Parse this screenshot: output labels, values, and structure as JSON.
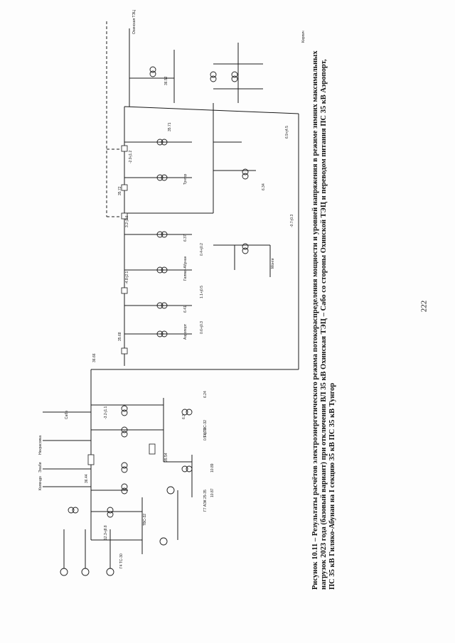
{
  "caption": "Рисунок 10.11 – Результаты расчётов электроэнергетического режима потокораспределения мощности и уровней напряжения в режиме зимних максимальных нагрузок 2023 года (базовый вариант) при отключении ВЛ 35 кВ Охинская ТЭЦ – Сабо со стороны Охинской ТЭЦ и переводом питания ПС 35 кВ Аэропорт, ПС 35 кВ Гиляко-Абунан на I секцию 35 кВ ПС 35 кВ Тунгор",
  "page_number": "222",
  "bus_labels": {
    "ohinsk_tec": "Охинская ТЭЦ",
    "tungor": "Тунгор",
    "aeroport": "Аэропорт",
    "gilyako_abunan": "Гиляко-Абунан",
    "nekrasovka": "Некрасовка",
    "kolendo": "Колендо",
    "eh_abi": "Эхаби",
    "sabo": "Сабо",
    "kirpich": "Кирпич",
    "mongi": "Монги"
  },
  "generator_labels": [
    "Г6 ТВС-32",
    "Г7 АЭК 25-35",
    "Г4 ТС-30",
    "ТВС-32"
  ],
  "voltage_values": [
    "36.44",
    "35.68",
    "35.72",
    "35.71",
    "36.52",
    "35.54",
    "36.66",
    "6.41",
    "6.37",
    "6.34",
    "6.24",
    "6.3",
    "10.89",
    "10.87"
  ],
  "flow_values": [
    "-3.2-j1.1",
    "12.3+j8.8",
    "-4.8-j2.1",
    "3.2-j1.6",
    "0.6+j0.3",
    "1.1+j0.5",
    "0.4+j0.2",
    "-0.7-j0.3",
    "6.9+j4.5",
    "-2.9-j1.2",
    "0.5+j0.2"
  ]
}
